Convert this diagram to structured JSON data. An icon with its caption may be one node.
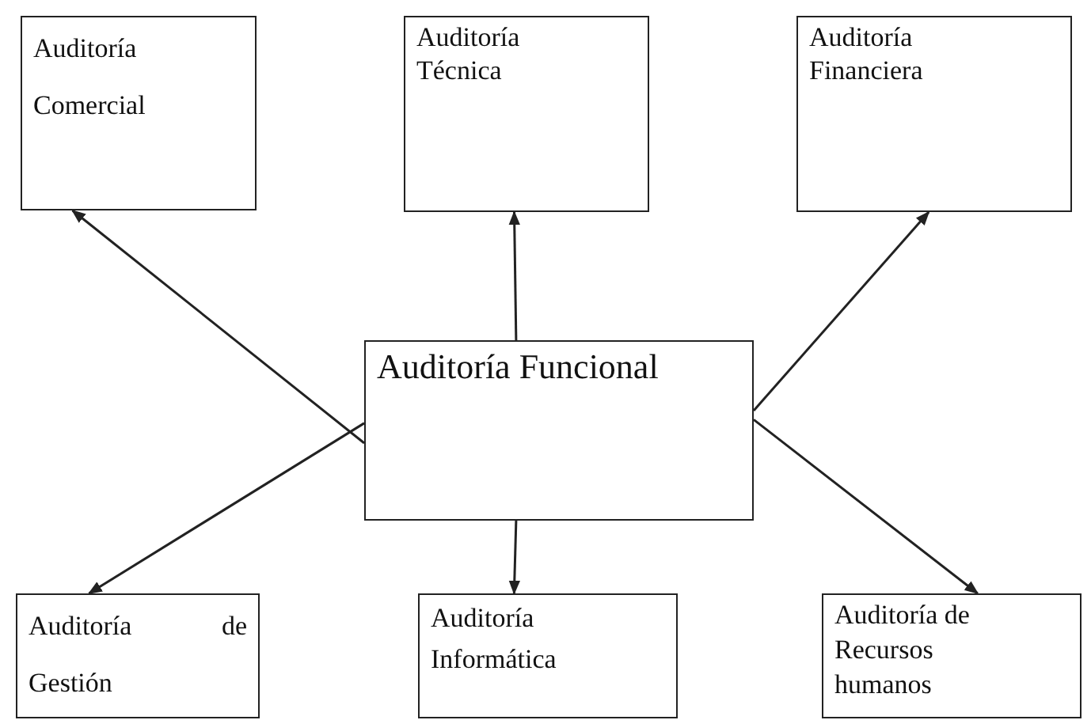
{
  "diagram": {
    "nodes": [
      {
        "text": [
          "Auditoría Comercial"
        ]
      },
      {
        "text": [
          "Auditoría Técnica"
        ]
      },
      {
        "text": [
          "Auditoría Financiera"
        ]
      },
      {
        "text": [
          "Auditoría Funcional"
        ]
      },
      {
        "text": [
          "Auditoría de Gestión"
        ]
      },
      {
        "text": [
          "Auditoría Informática"
        ]
      },
      {
        "text": [
          "Auditoría de Recursos humanos"
        ]
      }
    ],
    "edges": [
      {
        "from": 3,
        "to": 0,
        "arrow": "to"
      },
      {
        "from": 3,
        "to": 1,
        "arrow": "to"
      },
      {
        "from": 3,
        "to": 2,
        "arrow": "to"
      },
      {
        "from": 3,
        "to": 4,
        "arrow": "to"
      },
      {
        "from": 3,
        "to": 5,
        "arrow": "to"
      },
      {
        "from": 3,
        "to": 6,
        "arrow": "to"
      }
    ]
  }
}
